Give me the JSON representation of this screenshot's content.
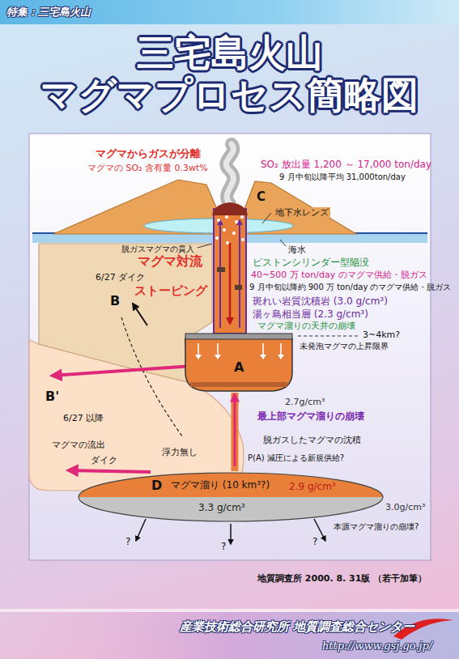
{
  "diagram": {
    "title": "三宅島火山 マグマプロセス簡略図",
    "nodes": [
      {
        "text": [
          "A"
        ]
      },
      {
        "text": [
          "D",
          "マグマ溜り (10 km³?)",
          "2.9 g/cm³",
          "3.3 g/cm³"
        ]
      }
    ],
    "edges": [
      {
        "from": 1,
        "to": 0,
        "arrow": "to"
      }
    ],
    "labels": [
      "特集：三宅島火山",
      "マグマからガスが分離",
      "マグマの SO₂ 含有量 0.3wt%",
      "SO₂ 放出量 1,200 ～ 17,000 ton/day",
      "9 月中旬以降平均 31,000ton/day",
      "C",
      "地下水レンズ",
      "脱ガスマグマの貫入",
      "海水",
      "ピストンシリンダー型陥没",
      "マグマ対流",
      "40~500 万 ton/day のマグマ供給・脱ガス",
      "9 月中旬以降約 900 万 ton/day のマグマ供給・脱ガス",
      "6/27 ダイク",
      "ストーピング",
      "B",
      "斑れい岩質沈積岩 (3.0 g/cm³)",
      "湯ヶ島相当層 (2.3 g/cm³)",
      "マグマ溜りの天井の崩壊",
      "3~4km?",
      "未発泡マグマの上昇限界",
      "2.7g/cm³",
      "最上部マグマ溜りの崩壊",
      "脱ガスしたマグマの沈積",
      "B'",
      "6/27 以降",
      "マグマの流出",
      "浮力無し",
      "ダイク",
      "P(A) 減圧による新規供給?",
      "3.0g/cm³",
      "?",
      "?",
      "?",
      "本源マグマ溜りの崩壊?",
      "地質調査所 2000. 8. 31版 （若干加筆）",
      "産業技術総合研究所 地質調査総合センター",
      "http://www.gsj.go.jp/"
    ]
  }
}
